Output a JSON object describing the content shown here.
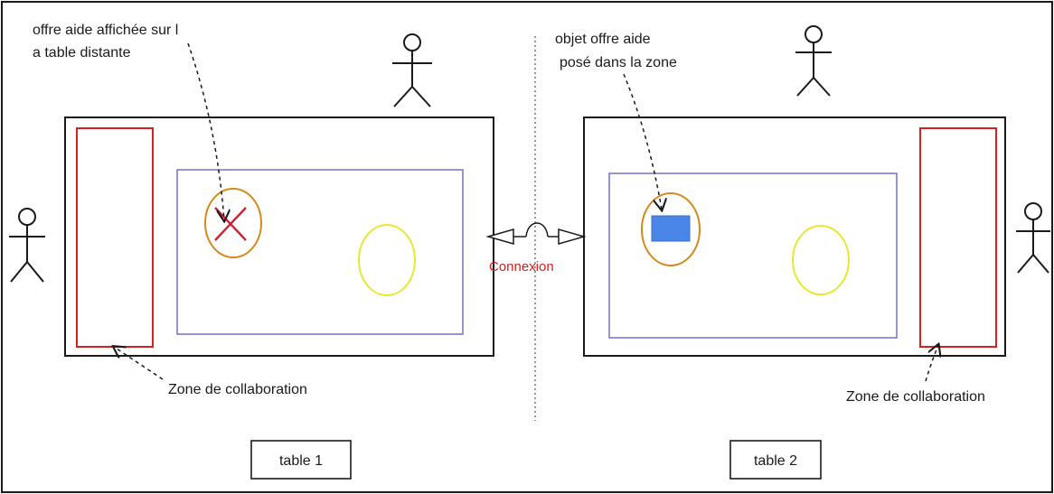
{
  "colors": {
    "outline": "#1a1a1a",
    "collab_zone": "#d42020",
    "play_area": "#7a7acc",
    "orange_circle": "#d48a1a",
    "yellow_circle": "#e8e830",
    "x_mark": "#cc2233",
    "blue_object": "#4a86e8",
    "connexion_text": "#d42020"
  },
  "annotations": {
    "remote_offer_line1": "offre aide affichée sur l",
    "remote_offer_line2": "a table distante",
    "object_offer_line1": "objet offre aide",
    "object_offer_line2": "posé dans la zone",
    "collab_zone_left": "Zone de collaboration",
    "collab_zone_right": "Zone de collaboration",
    "connexion": "Connexion"
  },
  "tables": {
    "table1_label": "table 1",
    "table2_label": "table 2"
  },
  "icons": {
    "person": "stick-figure-icon",
    "remote_marker": "x-mark-icon",
    "offer_object": "blue-rectangle-icon",
    "connection": "double-arrow-icon"
  }
}
